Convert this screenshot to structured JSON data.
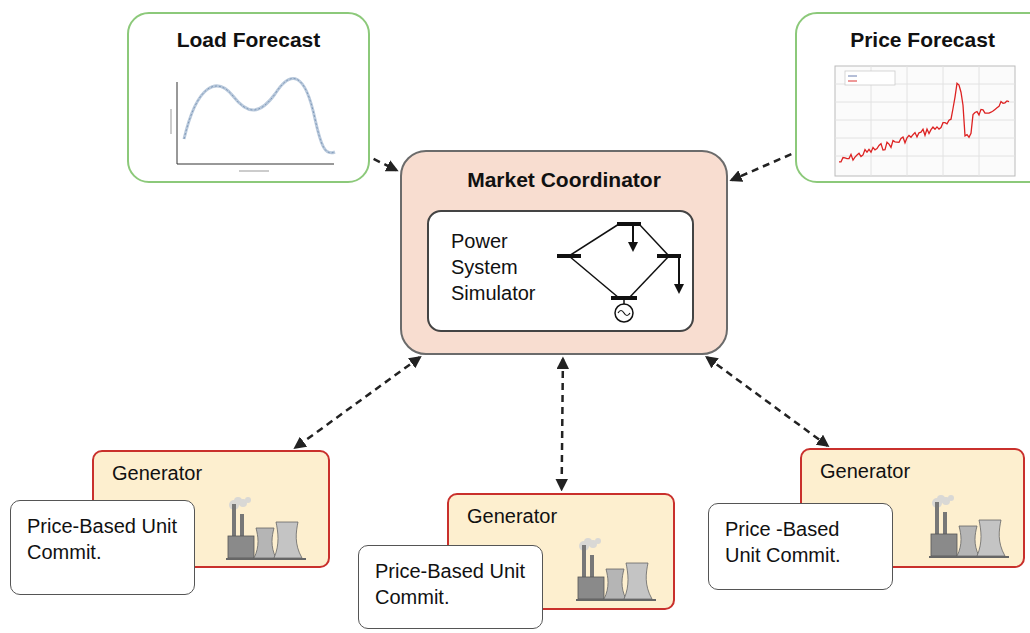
{
  "diagram": {
    "nodes": [
      {
        "text": [
          "Load Forecast"
        ]
      },
      {
        "text": [
          "Price Forecast"
        ]
      },
      {
        "text": [
          "Market Coordinator"
        ]
      },
      {
        "text": [
          "Power System Simulator"
        ],
        "in": 2
      },
      {
        "text": [
          "Generator"
        ]
      },
      {
        "text": [
          "Price-Based Unit Commit."
        ]
      },
      {
        "text": [
          "Generator"
        ]
      },
      {
        "text": [
          "Price-Based Unit Commit."
        ]
      },
      {
        "text": [
          "Generator"
        ]
      },
      {
        "text": [
          "Price -Based Unit Commit."
        ]
      }
    ],
    "edges": [
      {
        "from": 0,
        "to": 2,
        "arrow": "to"
      },
      {
        "from": 1,
        "to": 2,
        "arrow": "to"
      },
      {
        "from": 2,
        "to": 4,
        "arrow": "both"
      },
      {
        "from": 2,
        "to": 6,
        "arrow": "both"
      },
      {
        "from": 2,
        "to": 8,
        "arrow": "both"
      }
    ]
  }
}
